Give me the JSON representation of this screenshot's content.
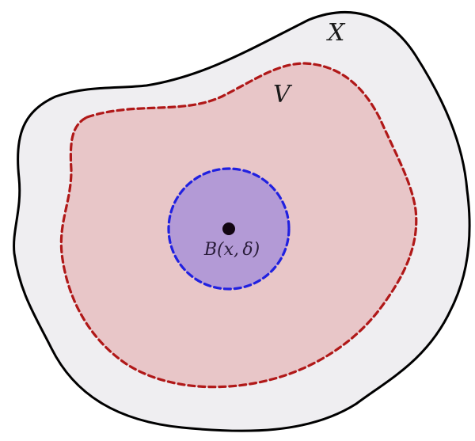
{
  "diagram": {
    "labels": {
      "outer_set": "X",
      "open_set": "V",
      "ball": "B(x, δ)"
    },
    "colors": {
      "outer_fill": "#efeef1",
      "outer_stroke": "#000000",
      "open_fill": "#e8c6c8",
      "open_stroke": "#b01818",
      "ball_fill": "#b39ad6",
      "ball_stroke": "#2020e0",
      "point": "#120512"
    }
  }
}
